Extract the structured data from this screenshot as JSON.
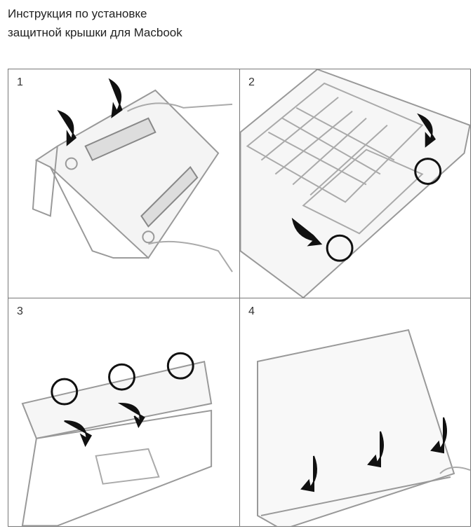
{
  "title": {
    "line1": "Инструкция по установке",
    "line2": "защитной крышки для Macbook"
  },
  "steps": [
    {
      "number": "1"
    },
    {
      "number": "2"
    },
    {
      "number": "3"
    },
    {
      "number": "4"
    }
  ]
}
